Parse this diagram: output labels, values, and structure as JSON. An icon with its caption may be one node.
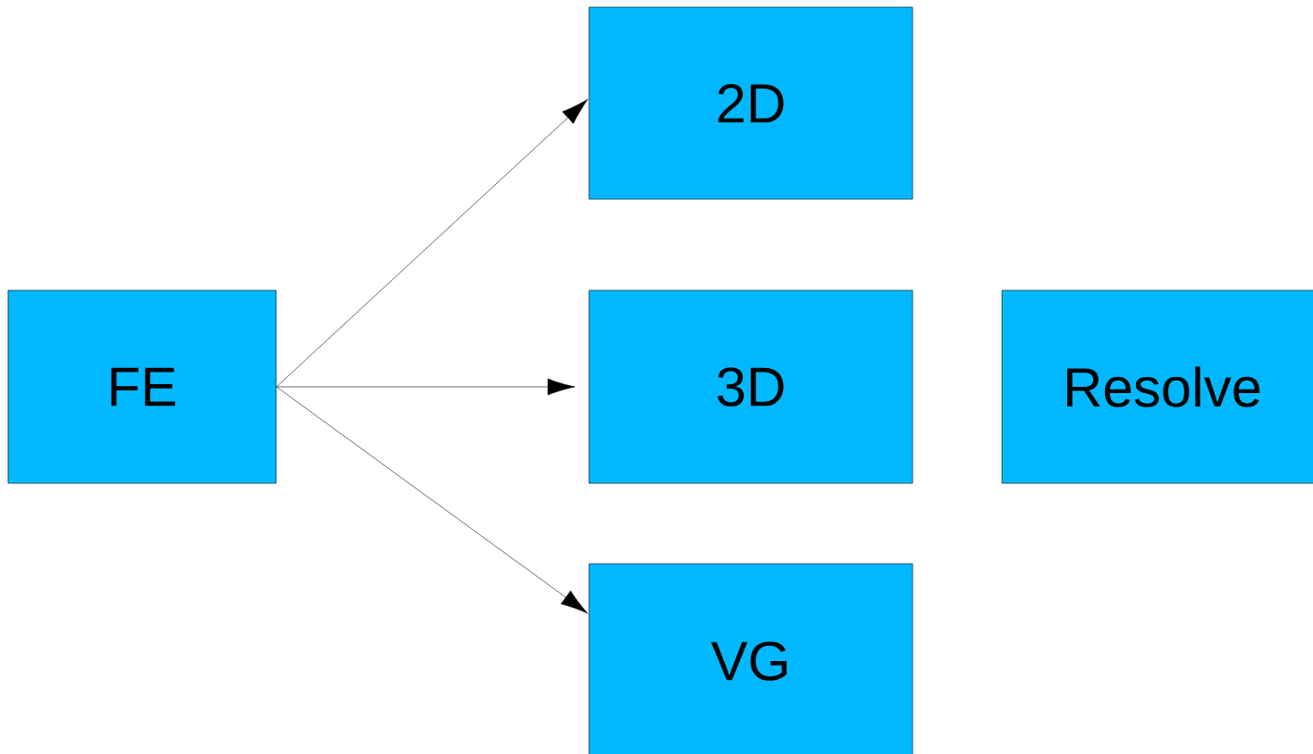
{
  "diagram": {
    "nodes": [
      {
        "text": [
          "FE"
        ]
      },
      {
        "text": [
          "2D"
        ]
      },
      {
        "text": [
          "3D"
        ]
      },
      {
        "text": [
          "VG"
        ]
      },
      {
        "text": [
          "Resolve"
        ]
      }
    ],
    "edges": [
      {
        "from": 0,
        "to": 1,
        "arrow": "to"
      },
      {
        "from": 0,
        "to": 2,
        "arrow": "to"
      },
      {
        "from": 0,
        "to": 3,
        "arrow": "to"
      }
    ]
  }
}
